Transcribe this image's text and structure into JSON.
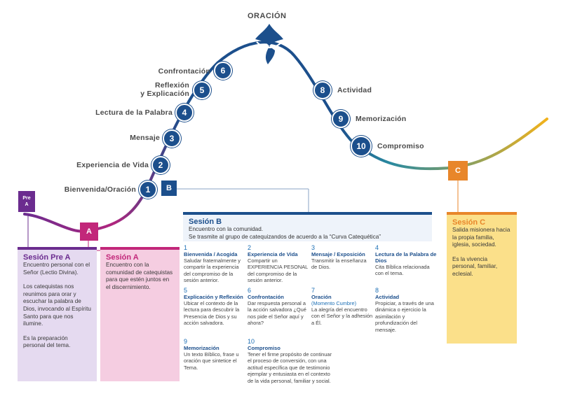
{
  "top_title": "ORACIÓN",
  "steps": [
    {
      "num": "1",
      "label": "Bienvenida/Oración"
    },
    {
      "num": "2",
      "label": "Experiencia de Vida"
    },
    {
      "num": "3",
      "label": "Mensaje"
    },
    {
      "num": "4",
      "label": "Lectura de la Palabra"
    },
    {
      "num": "5",
      "label_line1": "Reflexión",
      "label_line2": "y Explicación"
    },
    {
      "num": "6",
      "label": "Confrontación"
    },
    {
      "num": "8",
      "label": "Actividad"
    },
    {
      "num": "9",
      "label": "Memorización"
    },
    {
      "num": "10",
      "label": "Compromiso"
    }
  ],
  "markers": {
    "pre_a": {
      "line1": "Pre",
      "line2": "A"
    },
    "a": "A",
    "b": "B",
    "c": "C"
  },
  "sesion_pre_a": {
    "title": "Sesión Pre A",
    "p1": "Encuentro personal con el Señor (Lectio Divina).",
    "p2": "Los catequistas nos reunimos para orar y escuchar la palabra de Dios, invocando al Espíritu Santo para que nos ilumine.",
    "p3": "Es la preparación personal del tema."
  },
  "sesion_a": {
    "title": "Sesión A",
    "p1": "Encuentro con la comunidad de catequistas para que estén juntos en el discernimiento."
  },
  "sesion_b": {
    "title": "Sesión B",
    "line1": "Encuentro con la comunidad.",
    "line2": "Se trasmite al grupo de catequizandos de acuerdo a la “Curva Catequética”",
    "items": [
      {
        "num": "1",
        "title": "Bienvenida / Acogida",
        "desc": "Saludar fraternalmente y compartir la experiencia del compromiso de la sesión anterior."
      },
      {
        "num": "2",
        "title": "Experiencia de Vida",
        "desc": "Compartir un EXPERIENCIA PESONAL del compromiso de la sesión anterior."
      },
      {
        "num": "3",
        "title": "Mensaje / Exposición",
        "desc": "Transmitir la enseñanza de Dios."
      },
      {
        "num": "4",
        "title": "Lectura de la Palabra de Dios",
        "desc": "Cita Bíblica relacionada con el tema."
      },
      {
        "num": "5",
        "title": "Explicación y Reflexión",
        "desc": "Ubicar el contexto de la lectura para descubrir la Presencia de Dios y su acción salvadora."
      },
      {
        "num": "6",
        "title": "Confrontación",
        "desc": "Dar respuesta personal a la acción salvadora ¿Qué nos pide el Señor aquí y ahora?"
      },
      {
        "num": "7",
        "title": "Oración",
        "sub": "(Momento Cumbre)",
        "desc": "La alegría del encuentro con el Señor y la adhesión a Él."
      },
      {
        "num": "8",
        "title": "Actividad",
        "desc": "Propiciar, a través de una dinámica o ejercicio la asimilación y profundización del mensaje."
      },
      {
        "num": "9",
        "title": "Memorización",
        "desc": "Un texto Bíblico, frase u oración que sintetice el Tema."
      },
      {
        "num": "10",
        "title": "Compromiso",
        "desc": "Tener el firme propósito de continuar el proceso de conversión, con una actitud específica que de testimonio ejemplar y entusiasta en el contexto de la vida personal, familiar y social."
      }
    ]
  },
  "sesion_c": {
    "title": "Sesión C",
    "p1": "Salida misionera hacia la propia familia, iglesia, sociedad.",
    "p2": "Es la vivencia personal, familiar, eclesial."
  },
  "colors": {
    "purple": "#6b2c8f",
    "magenta": "#c2277a",
    "blue": "#1c4f8c",
    "teal": "#2a8aa0",
    "orange": "#e8862a",
    "yellow": "#f2b21b"
  }
}
